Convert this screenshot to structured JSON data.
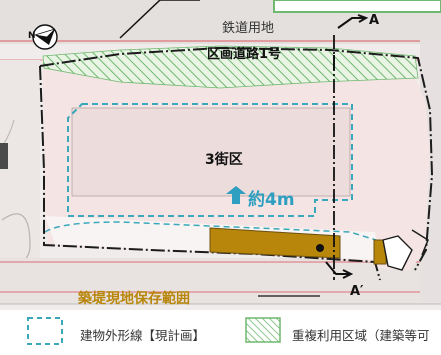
{
  "map": {
    "rail_site_label": "鉄道用地",
    "road_label": "区画道路1号",
    "block_label": "3街区",
    "setback_label": "約4m",
    "embankment_label": "築堤現地保存範囲",
    "section_marker_top": "A",
    "section_marker_bottom": "A′",
    "north_arrow_letter": "N",
    "north_arrow_icon": "north-arrow-icon",
    "embankment_color": "#b8860b",
    "overlap_hatch_color": "#6fb86f",
    "outline_color": "#3aa8b8",
    "block_fill_color": "#f2dfe0"
  },
  "legend": {
    "items": [
      {
        "label": "建物外形線【現計画】",
        "symbol": "dashed-outline"
      },
      {
        "label": "重複利用区域（建築等可",
        "symbol": "green-hatch"
      }
    ]
  }
}
